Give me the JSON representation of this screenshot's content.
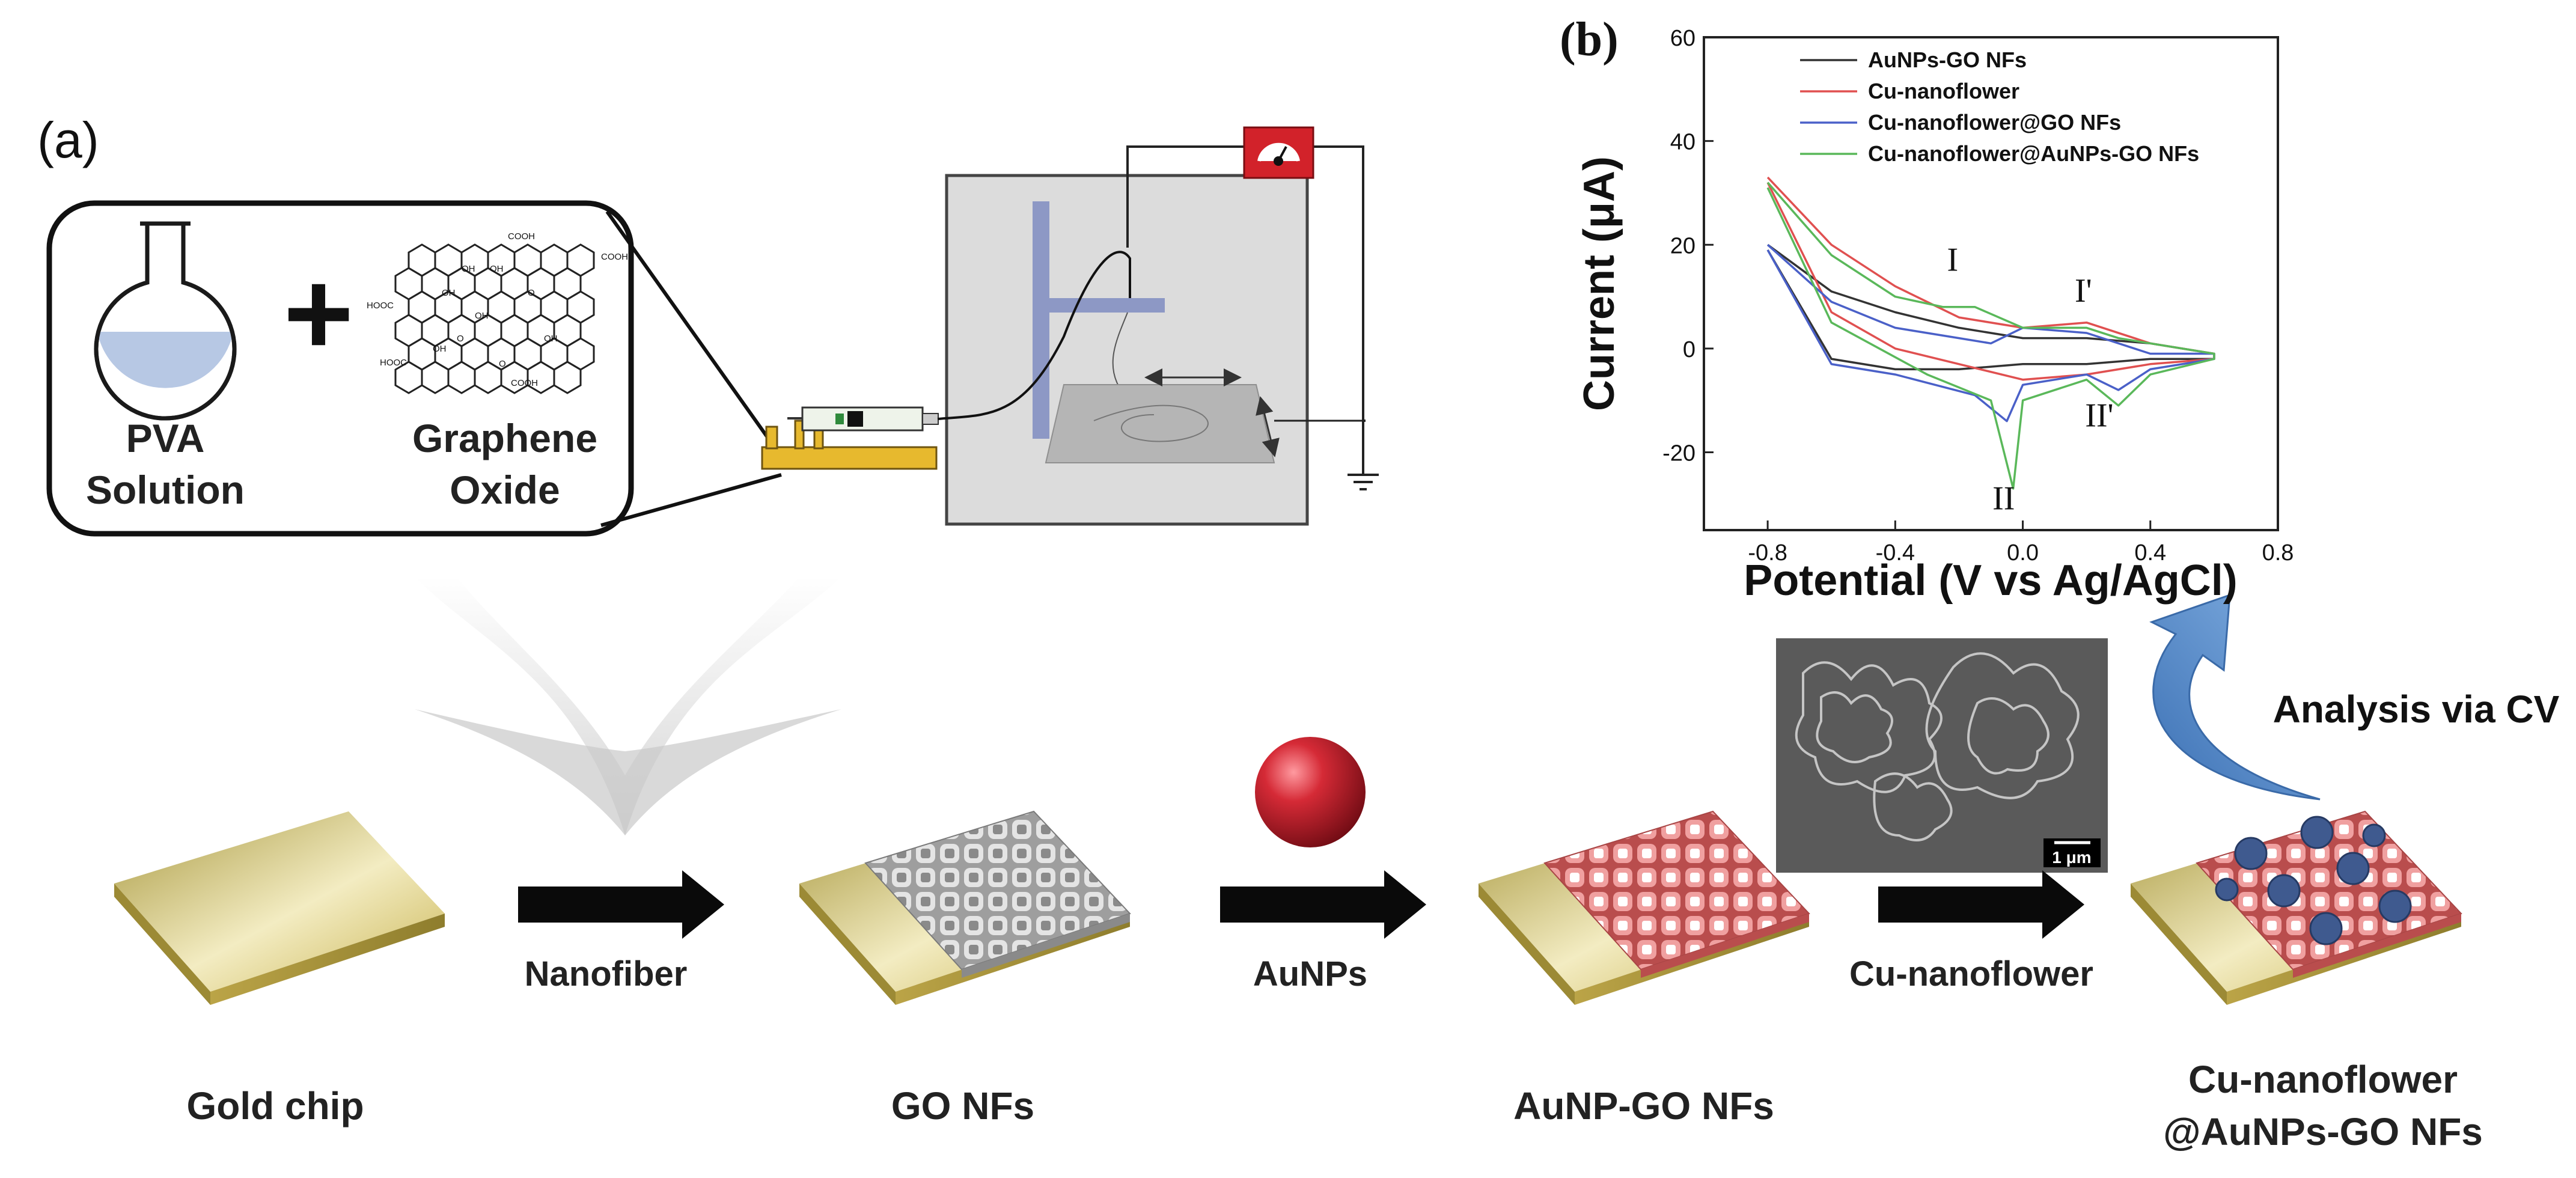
{
  "panel_a": {
    "label": "(a)",
    "inset": {
      "pva_label_line1": "PVA",
      "pva_label_line2": "Solution",
      "plus": "+",
      "go_label_line1": "Graphene",
      "go_label_line2": "Oxide",
      "molecule_groups": [
        "COOH",
        "COOH",
        "COOH",
        "HOOC",
        "HOOC",
        "OH",
        "OH",
        "OH",
        "OH",
        "OH",
        "OH",
        "O",
        "O",
        "O"
      ]
    }
  },
  "panel_b": {
    "label": "(b)",
    "chart_data": {
      "type": "line",
      "title": "",
      "xlabel": "Potential (V vs Ag/AgCl)",
      "ylabel": "Current (μA)",
      "xlim": [
        -1.0,
        0.8
      ],
      "ylim": [
        -35,
        60
      ],
      "xticks": [
        -0.8,
        -0.4,
        0.0,
        0.4,
        0.8
      ],
      "xtick_labels": [
        "-0.8",
        "-0.4",
        "0.0",
        "0.4",
        "0.8"
      ],
      "yticks": [
        -20,
        0,
        20,
        40,
        60
      ],
      "ytick_labels": [
        "-20",
        "0",
        "20",
        "40",
        "60"
      ],
      "grid": false,
      "legend_position": "top-left",
      "annotations": [
        {
          "text": "I",
          "x": -0.22,
          "y": 15
        },
        {
          "text": "I'",
          "x": 0.19,
          "y": 9
        },
        {
          "text": "II",
          "x": -0.06,
          "y": -31
        },
        {
          "text": "II'",
          "x": 0.24,
          "y": -15
        }
      ],
      "series": [
        {
          "name": "AuNPs-GO NFs",
          "color": "#333333",
          "x": [
            -0.8,
            -0.6,
            -0.4,
            -0.2,
            0.0,
            0.2,
            0.4,
            0.6,
            0.6,
            0.4,
            0.2,
            0.0,
            -0.2,
            -0.4,
            -0.6,
            -0.8
          ],
          "y": [
            20,
            11,
            7,
            4,
            2,
            2,
            1,
            -1,
            -2,
            -2,
            -3,
            -3,
            -4,
            -4,
            -2,
            19
          ]
        },
        {
          "name": "Cu-nanoflower",
          "color": "#e05050",
          "x": [
            -0.8,
            -0.6,
            -0.4,
            -0.2,
            0.0,
            0.2,
            0.4,
            0.6,
            0.6,
            0.4,
            0.2,
            0.0,
            -0.2,
            -0.4,
            -0.6,
            -0.8
          ],
          "y": [
            33,
            20,
            12,
            6,
            4,
            5,
            1,
            -1,
            -2,
            -3,
            -5,
            -6,
            -3,
            0,
            7,
            32
          ]
        },
        {
          "name": "Cu-nanoflower@GO NFs",
          "color": "#4a60c8",
          "x": [
            -0.8,
            -0.6,
            -0.4,
            -0.2,
            -0.1,
            0.0,
            0.2,
            0.4,
            0.6,
            0.6,
            0.4,
            0.3,
            0.2,
            0.0,
            -0.05,
            -0.15,
            -0.4,
            -0.6,
            -0.8
          ],
          "y": [
            20,
            9,
            4,
            2,
            1,
            4,
            3,
            -1,
            -1,
            -2,
            -4,
            -8,
            -5,
            -7,
            -14,
            -9,
            -5,
            -3,
            19
          ]
        },
        {
          "name": "Cu-nanoflower@AuNPs-GO NFs",
          "color": "#5ab85a",
          "x": [
            -0.8,
            -0.6,
            -0.4,
            -0.25,
            -0.15,
            0.0,
            0.2,
            0.3,
            0.4,
            0.6,
            0.6,
            0.4,
            0.3,
            0.2,
            0.0,
            -0.03,
            -0.1,
            -0.3,
            -0.6,
            -0.8
          ],
          "y": [
            32,
            18,
            10,
            8,
            8,
            4,
            4,
            2,
            1,
            -1,
            -2,
            -5,
            -11,
            -6,
            -10,
            -27,
            -10,
            -5,
            5,
            31
          ]
        }
      ]
    }
  },
  "process": {
    "arrow_labels": [
      "Nanofiber",
      "AuNPs",
      "Cu-nanoflower"
    ],
    "stage_labels": [
      "Gold chip",
      "GO NFs",
      "AuNP-GO NFs",
      "Cu-nanoflower",
      "@AuNPs-GO NFs"
    ],
    "analysis_label": "Analysis via CV",
    "sem_scale_label": "1 μm"
  },
  "colors": {
    "gold": "#d8c469",
    "go_mesh": "#c9c9c9",
    "au_mesh": "#e37f7f",
    "aunp_sphere": "#c81c2a",
    "cu_flower": "#3f5a8f",
    "cv_arrow": "#4f86c6",
    "electrospinning_box": "#dcdcdc",
    "meter_red": "#d2222a",
    "pump_yellow": "#e7b92e",
    "pva_liquid": "#b7c8e4"
  }
}
